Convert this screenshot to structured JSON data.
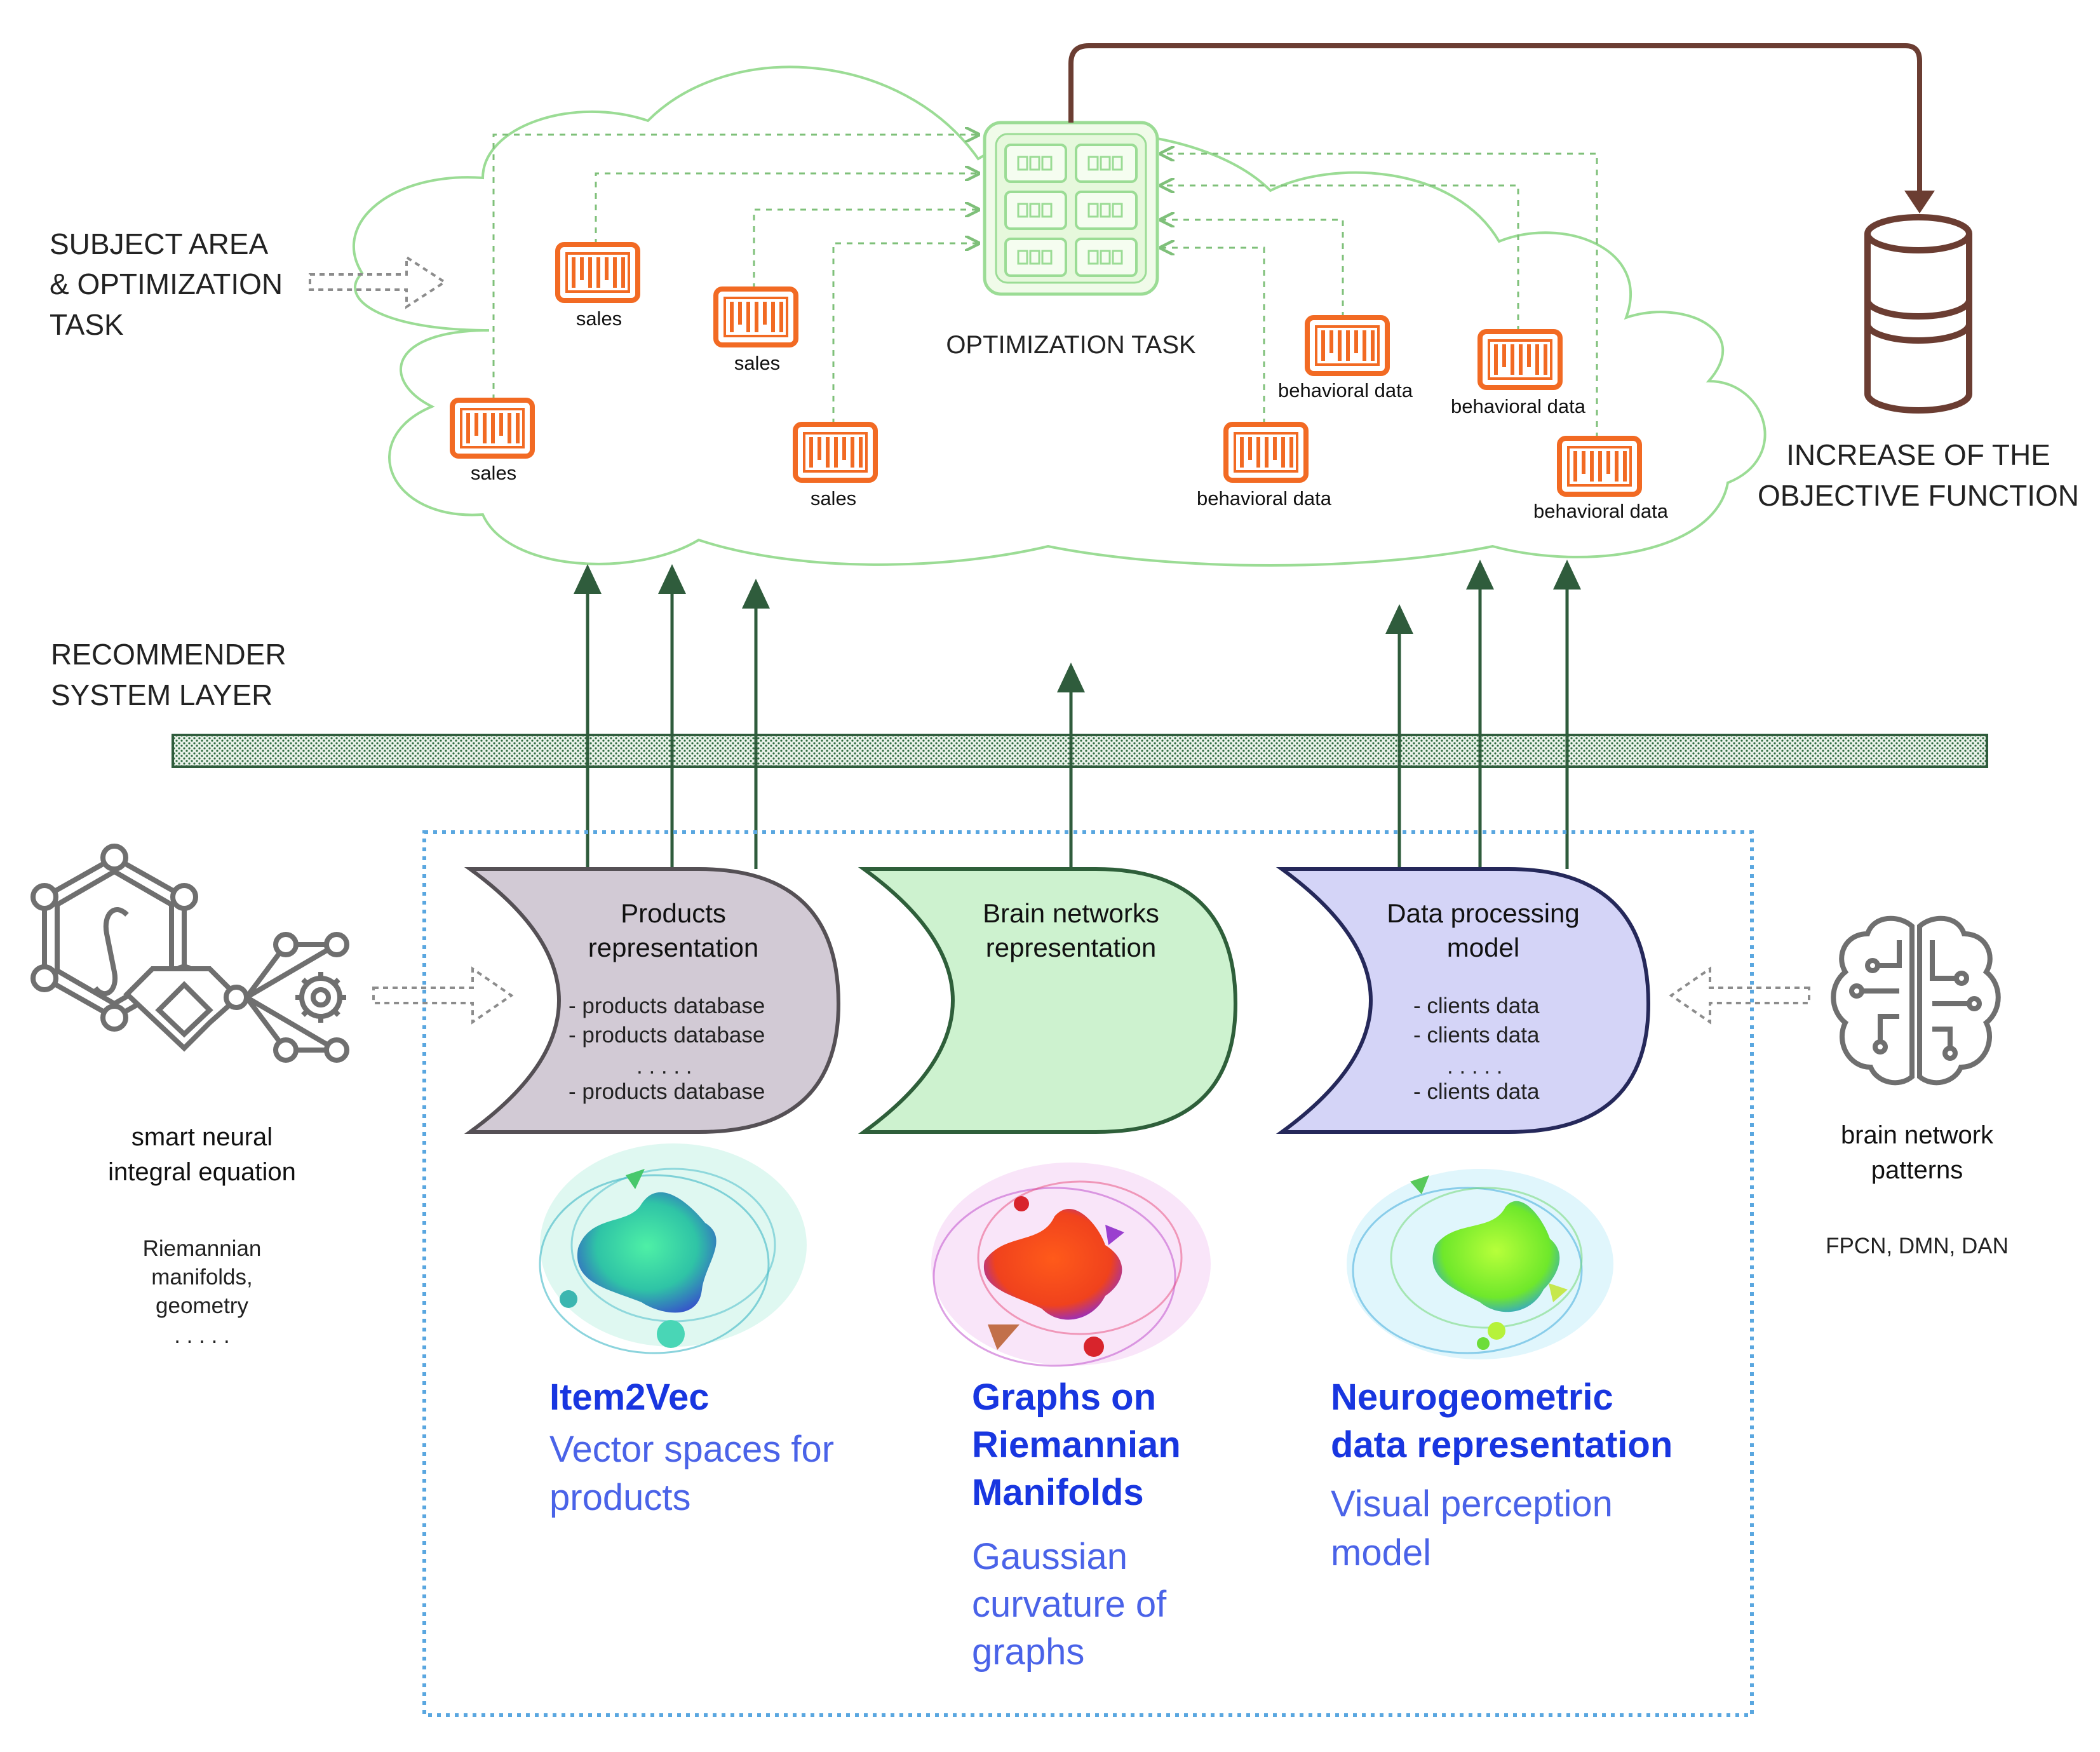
{
  "left_labels": {
    "subject_area": [
      "SUBJECT AREA",
      "& OPTIMIZATION",
      "TASK"
    ],
    "recommender_layer": [
      "RECOMMENDER",
      "SYSTEM LAYER"
    ]
  },
  "optimization_task": {
    "label": "OPTIMIZATION TASK"
  },
  "objective": {
    "label": [
      "INCREASE OF THE",
      "OBJECTIVE FUNCTION"
    ]
  },
  "data_sources": [
    {
      "label": "sales"
    },
    {
      "label": "sales"
    },
    {
      "label": "sales"
    },
    {
      "label": "sales"
    },
    {
      "label": "behavioral data"
    },
    {
      "label": "behavioral data"
    },
    {
      "label": "behavioral data"
    },
    {
      "label": "behavioral data"
    }
  ],
  "boxes": [
    {
      "title": [
        "Products",
        "representation"
      ],
      "items": [
        "- products database",
        "- products database",
        ". . . . .",
        "- products database"
      ],
      "fill": "#d2cad5",
      "stroke": "#555055"
    },
    {
      "title": [
        "Brain networks",
        "representation"
      ],
      "items": [],
      "fill": "#cdf2cf",
      "stroke": "#2e5f3a"
    },
    {
      "title": [
        "Data processing",
        "model"
      ],
      "items": [
        "- clients data",
        "- clients data",
        ". . . . .",
        "- clients data"
      ],
      "fill": "#d4d4f7",
      "stroke": "#25285a"
    }
  ],
  "left_side": {
    "title": [
      "smart neural",
      "integral equation"
    ],
    "notes": [
      "Riemannian",
      "manifolds,",
      "geometry",
      ". . . . ."
    ]
  },
  "right_side": {
    "title": [
      "brain network",
      "patterns"
    ],
    "notes": [
      "FPCN, DMN, DAN"
    ]
  },
  "methods": [
    {
      "title": [
        "Item2Vec"
      ],
      "subtitle": [
        "Vector spaces for",
        "products"
      ]
    },
    {
      "title": [
        "Graphs on",
        "Riemannian",
        "Manifolds"
      ],
      "subtitle": [
        "Gaussian",
        "curvature of",
        "graphs"
      ]
    },
    {
      "title": [
        "Neurogeometric",
        "data representation"
      ],
      "subtitle": [
        "Visual perception",
        "model"
      ]
    }
  ],
  "colors": {
    "cloud_stroke": "#9bdc95",
    "data_icon": "#f26a23",
    "arrow_green": "#2f5c3c",
    "objective_arrow": "#6b3d32",
    "dotted_frame": "#5aa7e0",
    "method_title": "#1836e0",
    "method_subtitle": "#4a63e8"
  }
}
